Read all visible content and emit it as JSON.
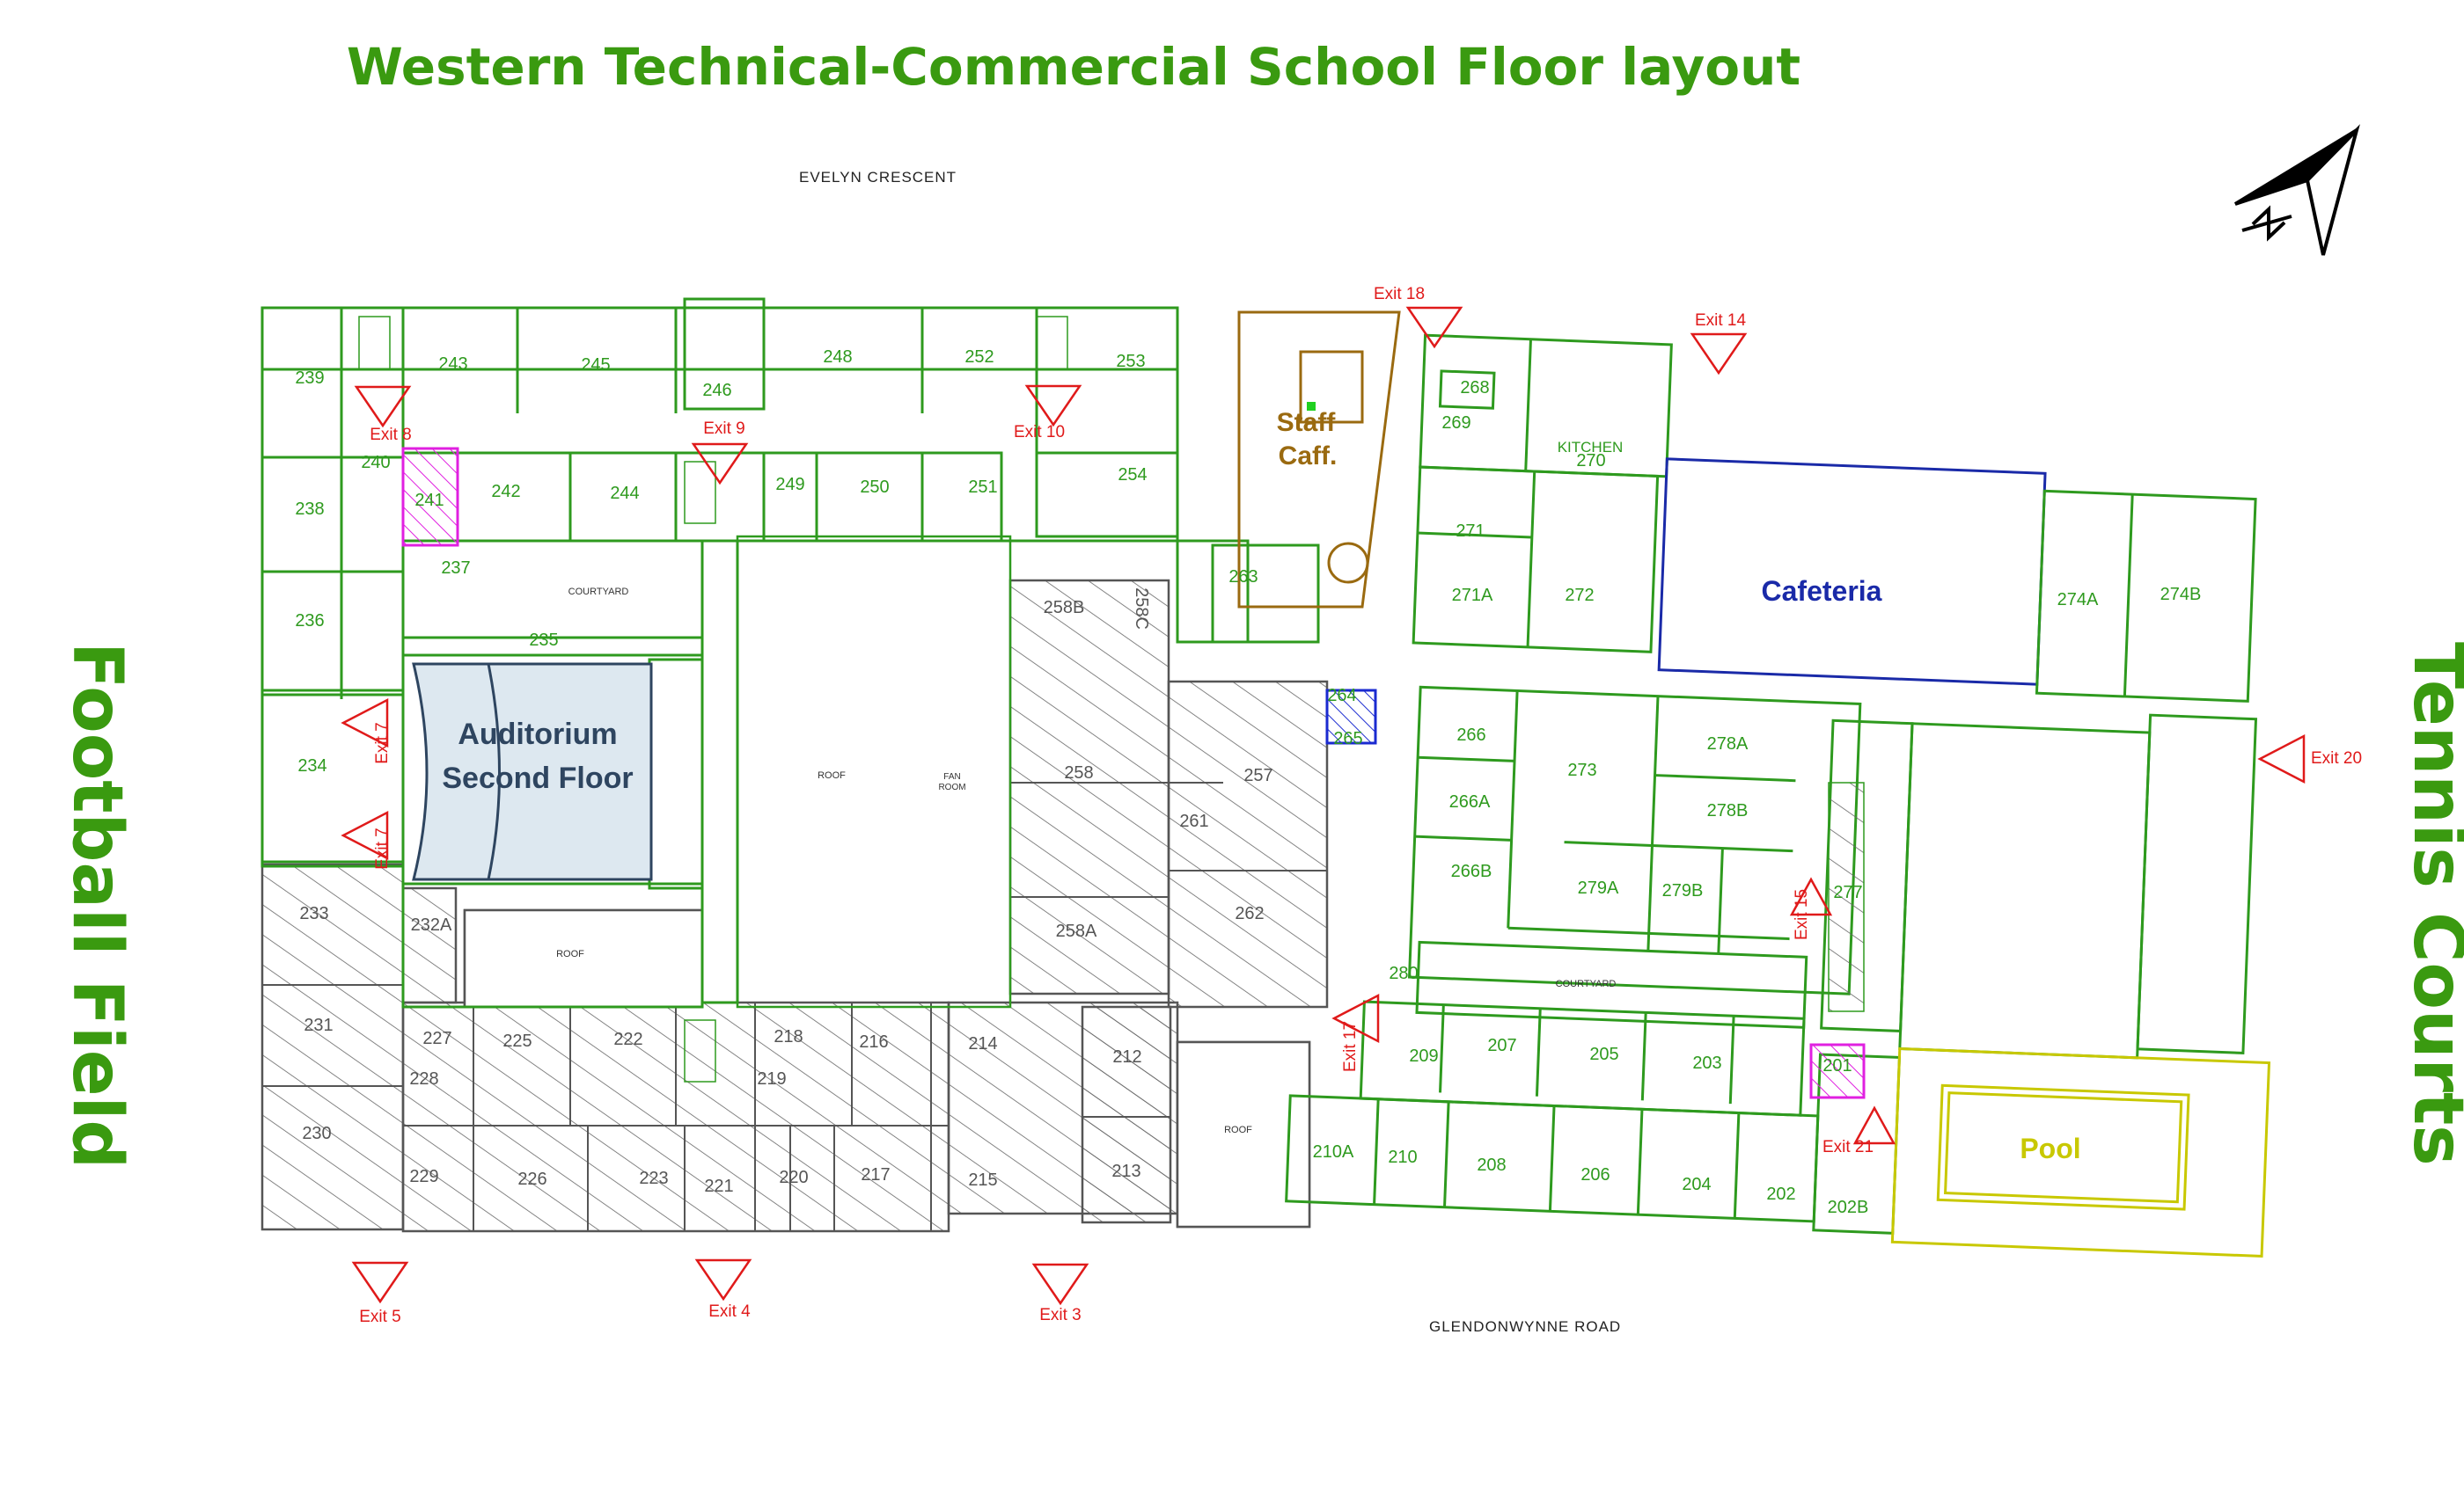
{
  "title": "Western Technical-Commercial School Floor layout",
  "floor": "Second Floor",
  "streets": {
    "north": "EVELYN CRESCENT",
    "south": "GLENDONWYNNE ROAD"
  },
  "sides": {
    "left": "Football Field",
    "right": "Tennis Courts"
  },
  "colors": {
    "title": "#3a9a10",
    "plan": "#2e9a1e",
    "shaded": "#555555",
    "exit": "#e01a1a",
    "cafeteria": "#1a2aa8",
    "staff": "#9a6a10",
    "pool": "#c8c800",
    "auditorium": "#2e4560",
    "highlight": "#e020e0",
    "highlight_blue": "#1a2ad0"
  },
  "labels": {
    "auditorium": [
      "Auditorium",
      "Second Floor"
    ],
    "staff": [
      "Staff",
      "Caff."
    ],
    "cafeteria": "Cafeteria",
    "pool": "Pool",
    "kitchen": "KITCHEN",
    "courtyard": "COURTYARD",
    "roof": "ROOF",
    "fan_room": [
      "FAN",
      "ROOM"
    ]
  },
  "rooms_green": [
    "239",
    "243",
    "245",
    "248",
    "252",
    "253",
    "246",
    "240",
    "241",
    "242",
    "244",
    "249",
    "250",
    "251",
    "254",
    "238",
    "237",
    "236",
    "235",
    "234",
    "263",
    "264",
    "265",
    "268",
    "269",
    "270",
    "271",
    "271A",
    "272",
    "274A",
    "274B",
    "266",
    "266A",
    "266B",
    "273",
    "278A",
    "278B",
    "279A",
    "279B",
    "277",
    "280",
    "209",
    "207",
    "205",
    "203",
    "201",
    "210A",
    "210",
    "208",
    "206",
    "204",
    "202",
    "202B"
  ],
  "rooms_gray": [
    "258B",
    "258C",
    "258",
    "261",
    "257",
    "262",
    "258A",
    "233",
    "232A",
    "231",
    "230",
    "227",
    "225",
    "222",
    "218",
    "216",
    "214",
    "212",
    "228",
    "229",
    "226",
    "223",
    "221",
    "220",
    "217",
    "215",
    "213",
    "219"
  ],
  "exits": [
    "Exit 18",
    "Exit 14",
    "Exit 8",
    "Exit 9",
    "Exit 10",
    "Exit 7",
    "Exit 7",
    "Exit 20",
    "Exit 15",
    "Exit 17",
    "Exit 21",
    "Exit 5",
    "Exit 4",
    "Exit 3"
  ]
}
